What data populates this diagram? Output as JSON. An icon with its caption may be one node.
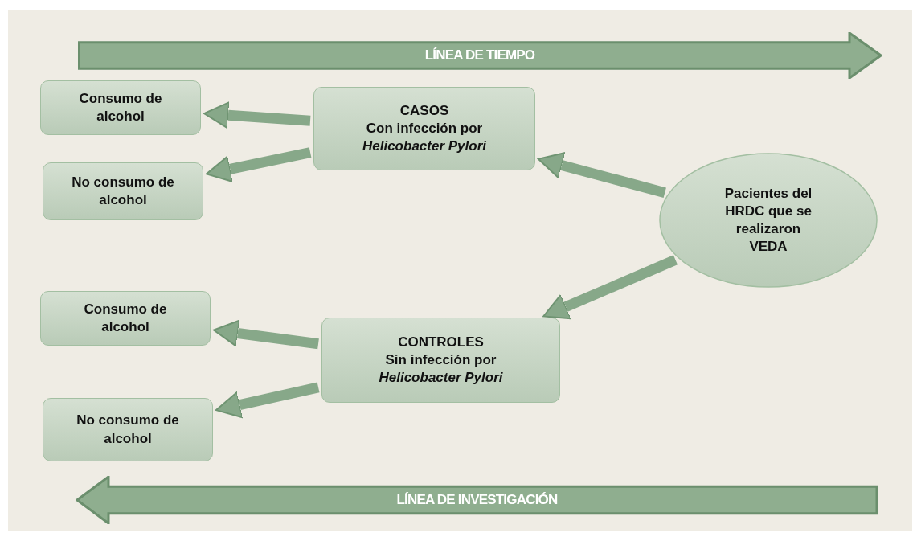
{
  "diagram": {
    "nodes": [
      {
        "text": [
          "LÍNEA DE TIEMPO"
        ]
      },
      {
        "text": [
          "Consumo de alcohol"
        ]
      },
      {
        "text": [
          "CASOS",
          "Con infección por *Helicobacter Pylori*"
        ]
      },
      {
        "text": [
          "No consumo de alcohol"
        ]
      },
      {
        "text": [
          "Pacientes del HRDC que se realizaron VEDA"
        ]
      },
      {
        "text": [
          "Consumo de alcohol"
        ]
      },
      {
        "text": [
          "CONTROLES",
          "Sin infección por *Helicobacter Pylori*"
        ]
      },
      {
        "text": [
          "No consumo de alcohol"
        ]
      },
      {
        "text": [
          "LÍNEA DE INVESTIGACIÓN"
        ]
      }
    ],
    "edges": [
      {
        "from": 4,
        "to": 2,
        "arrow": "to"
      },
      {
        "from": 2,
        "to": 1,
        "arrow": "to"
      },
      {
        "from": 2,
        "to": 3,
        "arrow": "to"
      },
      {
        "from": 4,
        "to": 6,
        "arrow": "to"
      },
      {
        "from": 6,
        "to": 5,
        "arrow": "to"
      },
      {
        "from": 6,
        "to": 7,
        "arrow": "to"
      }
    ]
  }
}
